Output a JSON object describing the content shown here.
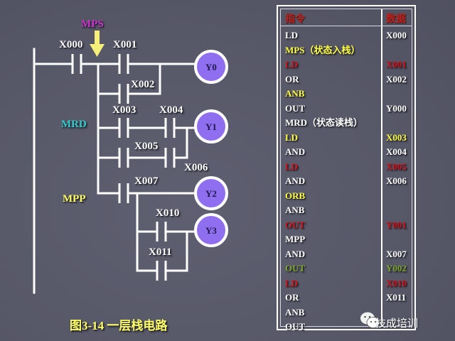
{
  "diagram": {
    "caption": "图3-14 一层栈电路",
    "stack_labels": {
      "mps": "MPS",
      "mrd": "MRD",
      "mpp": "MPP"
    },
    "stack_label_colors": {
      "mps": "#cc33cc",
      "mrd": "#33cccc",
      "mpp": "#ffff66"
    },
    "contacts": [
      {
        "id": "X000",
        "label": "X000"
      },
      {
        "id": "X001",
        "label": "X001"
      },
      {
        "id": "X002",
        "label": "X002"
      },
      {
        "id": "X003",
        "label": "X003"
      },
      {
        "id": "X004",
        "label": "X004"
      },
      {
        "id": "X005",
        "label": "X005"
      },
      {
        "id": "X006",
        "label": "X006"
      },
      {
        "id": "X007",
        "label": "X007"
      },
      {
        "id": "X010",
        "label": "X010"
      },
      {
        "id": "X011",
        "label": "X011"
      }
    ],
    "coils": [
      {
        "id": "Y0",
        "label": "Y0"
      },
      {
        "id": "Y1",
        "label": "Y1"
      },
      {
        "id": "Y2",
        "label": "Y2"
      },
      {
        "id": "Y3",
        "label": "Y3"
      }
    ],
    "coil_fill": "#8f6ff0",
    "arrow_color": "#f5f07a"
  },
  "table": {
    "headers": {
      "instruction": "指令",
      "data": "数据"
    },
    "rows": [
      {
        "instr": "LD",
        "val": "X000",
        "instr_color": "white",
        "val_color": "white"
      },
      {
        "instr": "MPS（状态入栈）",
        "val": "",
        "instr_color": "yellow",
        "val_color": "white"
      },
      {
        "instr": "LD",
        "val": "X001",
        "instr_color": "red",
        "val_color": "red"
      },
      {
        "instr": "OR",
        "val": "X002",
        "instr_color": "white",
        "val_color": "white"
      },
      {
        "instr": "ANB",
        "val": "",
        "instr_color": "yellow",
        "val_color": "white"
      },
      {
        "instr": "OUT",
        "val": "Y000",
        "instr_color": "white",
        "val_color": "white"
      },
      {
        "instr": "MRD（状态读栈）",
        "val": "",
        "instr_color": "white",
        "val_color": "white"
      },
      {
        "instr": "LD",
        "val": "X003",
        "instr_color": "yellow",
        "val_color": "yellow"
      },
      {
        "instr": "AND",
        "val": "X004",
        "instr_color": "white",
        "val_color": "white"
      },
      {
        "instr": "LD",
        "val": "X005",
        "instr_color": "red",
        "val_color": "red"
      },
      {
        "instr": "AND",
        "val": "X006",
        "instr_color": "white",
        "val_color": "white"
      },
      {
        "instr": "ORB",
        "val": "",
        "instr_color": "yellow",
        "val_color": "white"
      },
      {
        "instr": "ANB",
        "val": "",
        "instr_color": "white",
        "val_color": "white"
      },
      {
        "instr": "OUT",
        "val": "Y001",
        "instr_color": "red",
        "val_color": "red"
      },
      {
        "instr": "MPP",
        "val": "",
        "instr_color": "white",
        "val_color": "white"
      },
      {
        "instr": "AND",
        "val": "X007",
        "instr_color": "white",
        "val_color": "white"
      },
      {
        "instr": "OUT",
        "val": "Y002",
        "instr_color": "green",
        "val_color": "green"
      },
      {
        "instr": "LD",
        "val": "X010",
        "instr_color": "red",
        "val_color": "red"
      },
      {
        "instr": "OR",
        "val": "X011",
        "instr_color": "white",
        "val_color": "white"
      },
      {
        "instr": "ANB",
        "val": "",
        "instr_color": "white",
        "val_color": "white"
      },
      {
        "instr": "OUT",
        "val": "",
        "instr_color": "white",
        "val_color": "white"
      }
    ]
  },
  "watermark": {
    "text": "技成培训",
    "icon": "wechat-icon"
  }
}
